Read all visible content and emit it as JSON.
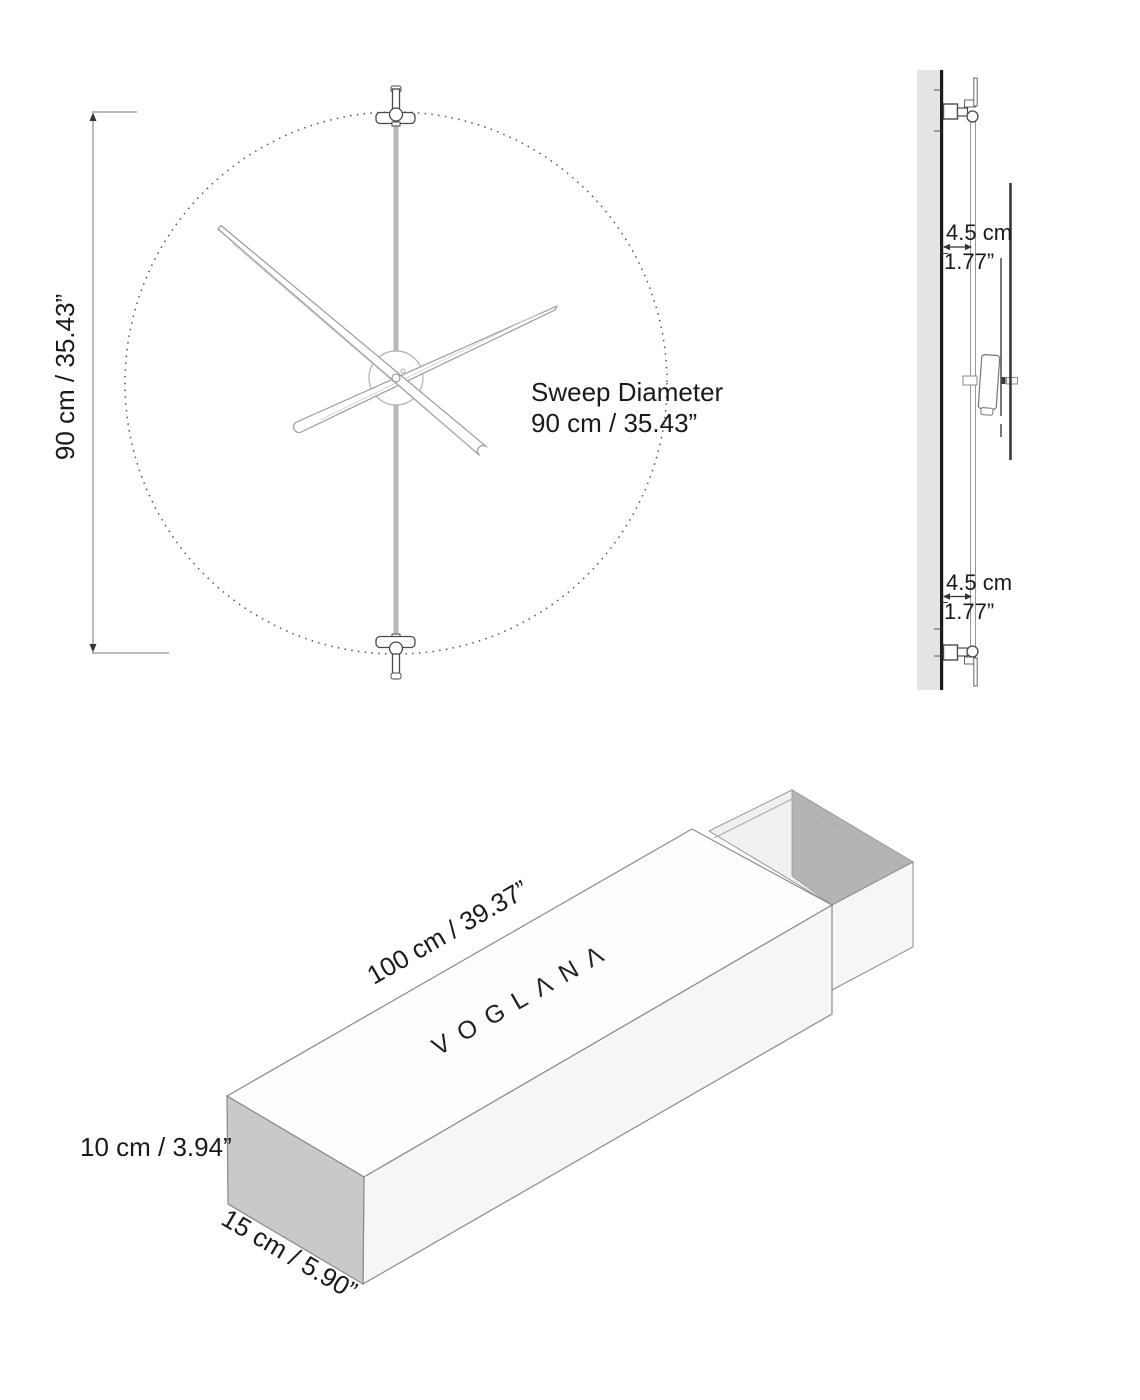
{
  "front_view": {
    "height_dim": "90 cm / 35.43”",
    "sweep_line1": "Sweep Diameter",
    "sweep_line2": "90 cm / 35.43”"
  },
  "side_view": {
    "top_offset_cm": "4.5 cm",
    "top_offset_in": "1.77”",
    "bottom_offset_cm": "4.5 cm",
    "bottom_offset_in": "1.77”"
  },
  "box_view": {
    "brand": "VOGLANA",
    "logo_display": "VOGLΛNΛ",
    "length_label": "100 cm / 39.37”",
    "height_label": "10 cm / 3.94”",
    "depth_label": "15 cm / 5.90”"
  },
  "colors": {
    "wall_fill": "#e4e4e4",
    "wall_line": "#1b1b1b",
    "box_end_face": "#c9c9c9",
    "tray_inner_dark": "#b4b4b4",
    "edge_line": "#8a8a8a",
    "text": "#1a1a1a"
  }
}
